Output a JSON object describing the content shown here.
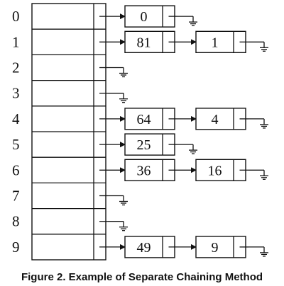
{
  "caption": "Figure 2. Example of Separate Chaining Method",
  "buckets": [
    {
      "index": "0",
      "chain": [
        "0"
      ]
    },
    {
      "index": "1",
      "chain": [
        "81",
        "1"
      ]
    },
    {
      "index": "2",
      "chain": []
    },
    {
      "index": "3",
      "chain": []
    },
    {
      "index": "4",
      "chain": [
        "64",
        "4"
      ]
    },
    {
      "index": "5",
      "chain": [
        "25"
      ]
    },
    {
      "index": "6",
      "chain": [
        "36",
        "16"
      ]
    },
    {
      "index": "7",
      "chain": []
    },
    {
      "index": "8",
      "chain": []
    },
    {
      "index": "9",
      "chain": [
        "49",
        "9"
      ]
    }
  ]
}
